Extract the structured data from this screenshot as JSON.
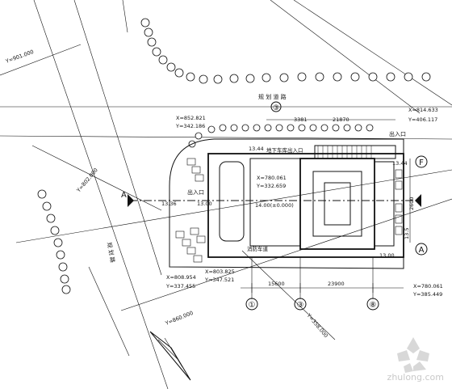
{
  "road_label": "规 划 道 路",
  "side_road_label": "规 划 路",
  "entrance_left": "出入口",
  "entrance_right": "出入口",
  "garage_label": "地下车库出入口",
  "fire_label": "消防车道",
  "coords": {
    "top_left_x": "X=852.821",
    "top_left_y": "Y=342.186",
    "top_right_x": "X=814.633",
    "top_right_y": "Y=406.117",
    "inner_x": "X=780.061",
    "inner_y": "Y=332.659",
    "bot_left_x": "X=803.825",
    "bot_left_y": "Y=347.521",
    "left_x": "X=808.954",
    "left_y": "Y=337.455",
    "bot_right_x": "X=780.061",
    "bot_right_y": "Y=385.449",
    "axis_y_top": "Y=901.000",
    "axis_y_mid": "Y=802.000",
    "axis_y_bot": "Y=860.000",
    "axis_y_diag": "Y=358.000"
  },
  "levels": {
    "l1": "13.44",
    "l2": "13.36",
    "l3": "13.00",
    "l4": "14.00(±0.000)",
    "l5": "13.44",
    "l6": "13.00",
    "l7": "13.5"
  },
  "dims": {
    "d1": "3381",
    "d2": "21870",
    "d3": "15600",
    "d4": "23900",
    "d5": "2600"
  },
  "axis_bubbles": {
    "b1": "①",
    "b3": "③",
    "b8": "⑧",
    "bF": "F",
    "bA": "A",
    "b3top": "③",
    "secA": "A"
  },
  "watermark": "zhulong.com"
}
